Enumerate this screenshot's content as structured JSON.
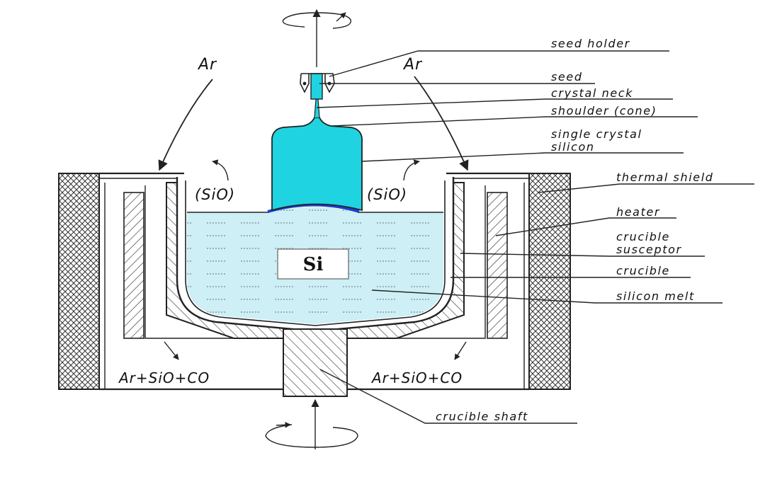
{
  "labels": {
    "seed_holder": "seed  holder",
    "seed": "seed",
    "crystal_neck": "crystal  neck",
    "shoulder": "shoulder  (cone)",
    "single_crystal_1": "single  crystal",
    "single_crystal_2": "silicon",
    "thermal_shield": "thermal  shield",
    "heater": "heater",
    "crucible_susceptor_1": "crucible",
    "crucible_susceptor_2": "susceptor",
    "crucible": "crucible",
    "silicon_melt": "silicon  melt",
    "crucible_shaft": "crucible  shaft"
  },
  "gas": {
    "ar_left": "Ar",
    "ar_right": "Ar",
    "sio_left": "(SiO)",
    "sio_right": "(SiO)",
    "exhaust_left": "Ar+SiO+CO",
    "exhaust_right": "Ar+SiO+CO"
  },
  "melt_symbol": "Si",
  "colors": {
    "crystal": "#1fd3e0",
    "melt": "#cdeff5",
    "interface": "#1a3fd0",
    "line": "#222222"
  }
}
